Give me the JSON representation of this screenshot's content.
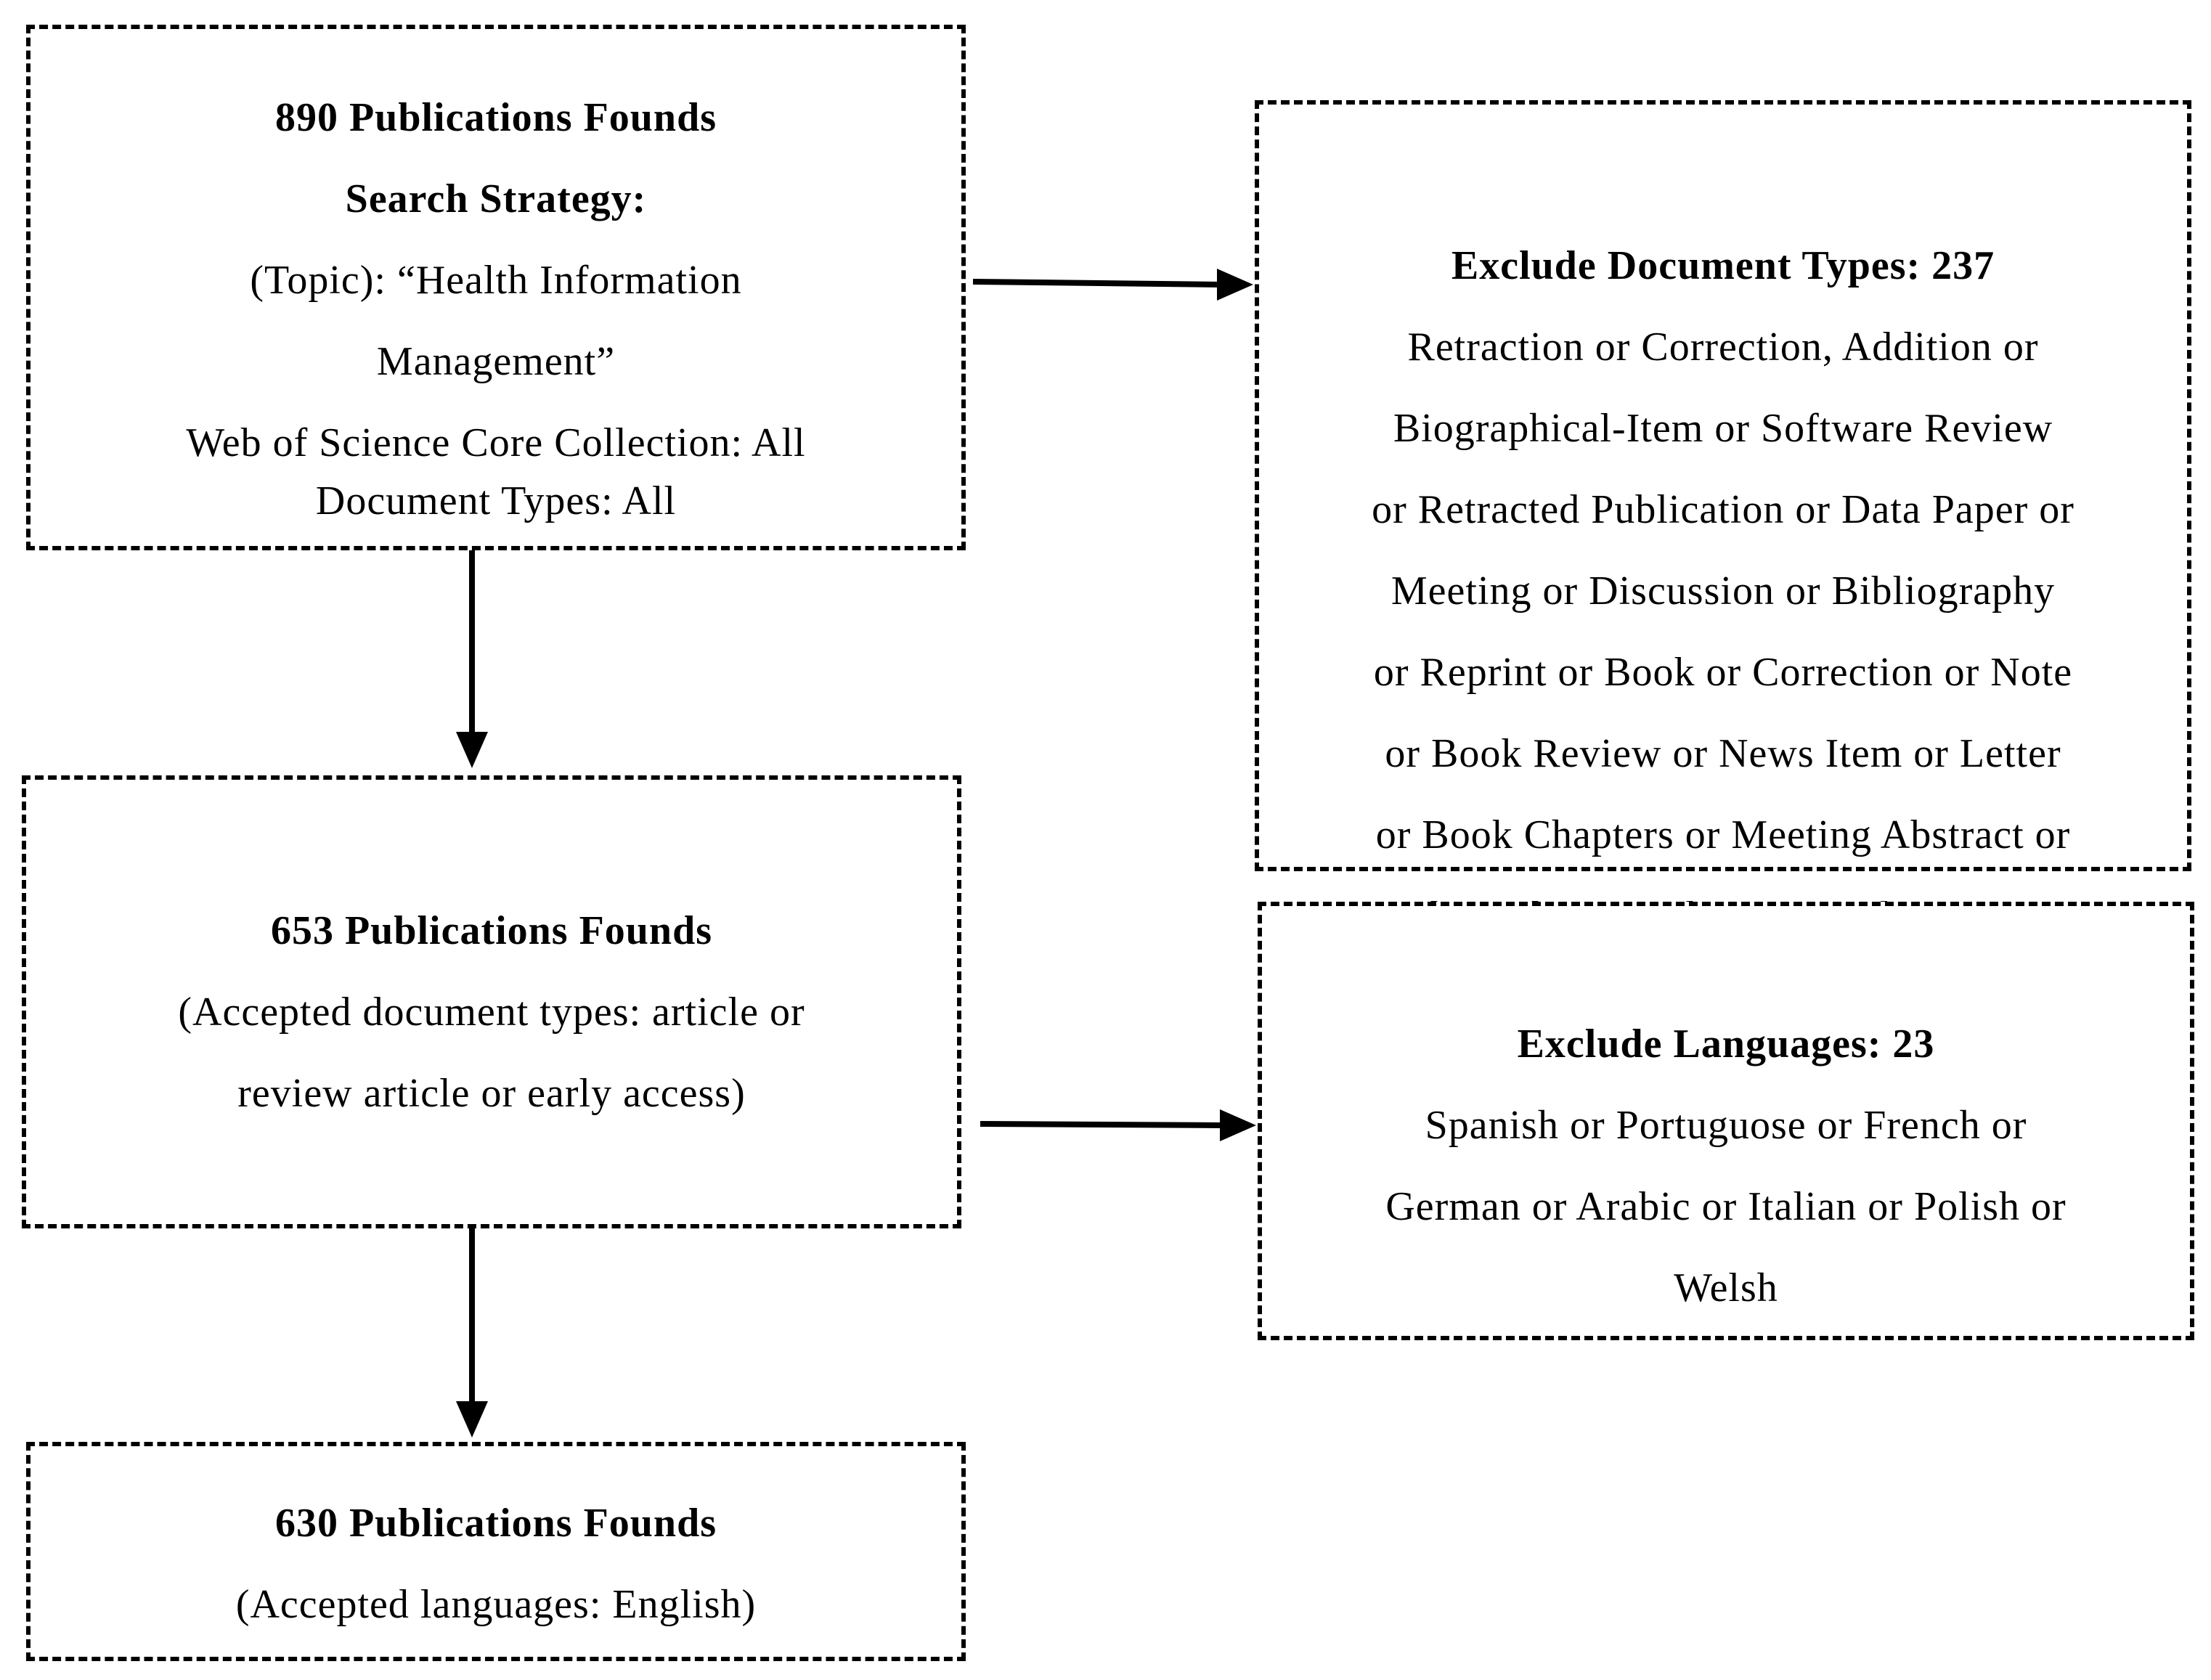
{
  "boxes": {
    "search": {
      "lines": [
        "890 Publications Founds",
        "Search Strategy:",
        "(Topic):  “Health Information",
        "Management”",
        "Web of Science Core Collection: All",
        "Document Types: All"
      ]
    },
    "exclude_document_types": {
      "lines": [
        "Exclude Document Types: 237",
        "Retraction or Correction, Addition or",
        "Biographical-Item or Software Review",
        "or Retracted Publication or Data Paper or",
        "Meeting or Discussion or Bibliography",
        "or Reprint or Book or Correction or Note",
        "or Book Review or News Item or Letter",
        "or Book Chapters or Meeting Abstract or",
        "Editorial Material or Proceeding Paper"
      ]
    },
    "accepted_document_types": {
      "lines": [
        "653 Publications Founds",
        "(Accepted document types: article or",
        "review article or early access)"
      ]
    },
    "exclude_languages": {
      "lines": [
        "Exclude Languages: 23",
        "Spanish or Portuguose or French or",
        "German or Arabic or Italian or Polish or",
        "Welsh"
      ]
    },
    "accepted_languages": {
      "lines": [
        "630 Publications Founds",
        "(Accepted languages: English)"
      ]
    }
  }
}
